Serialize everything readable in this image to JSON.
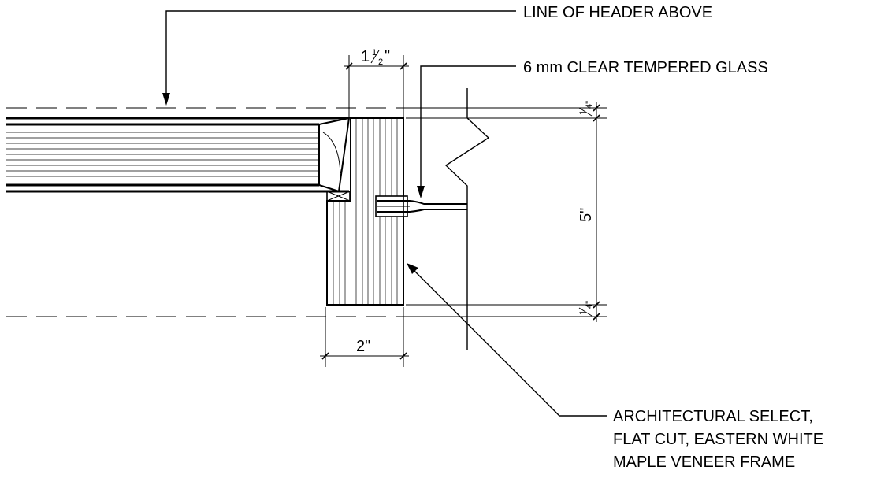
{
  "callouts": {
    "header": "LINE OF HEADER ABOVE",
    "glass": "6 mm CLEAR TEMPERED GLASS",
    "frame_lines": [
      "ARCHITECTURAL SELECT,",
      "FLAT CUT, EASTERN WHITE",
      "MAPLE VENEER FRAME"
    ]
  },
  "dimensions": {
    "top_width_whole": "1",
    "top_width_num": "1",
    "top_width_den": "2",
    "bottom_width": "2\"",
    "height": "5\"",
    "offset_top_num": "1",
    "offset_top_den": "4\"",
    "offset_bottom_num": "1",
    "offset_bottom_den": "4\""
  }
}
